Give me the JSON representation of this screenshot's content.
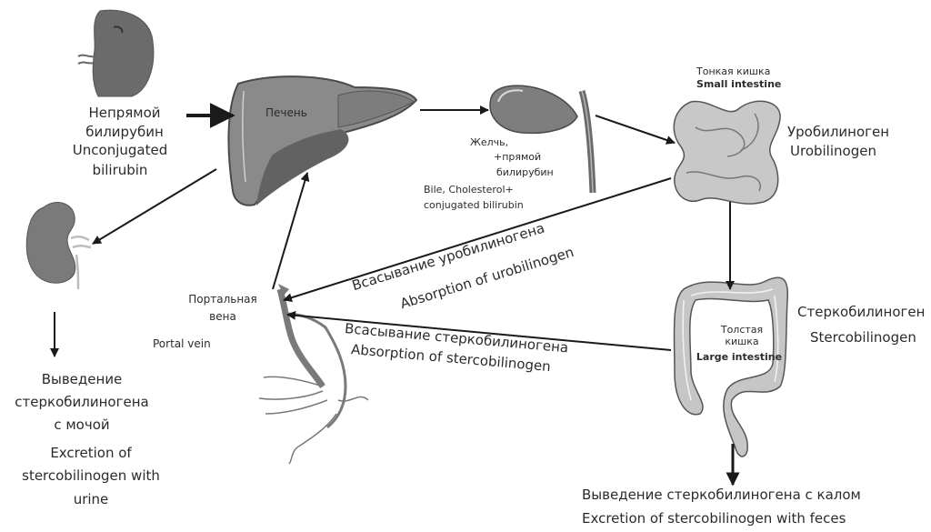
{
  "organs": {
    "spleen": {
      "icon": "spleen-icon"
    },
    "liver": {
      "icon": "liver-icon",
      "label": "Печень"
    },
    "gallbladder": {
      "icon": "gallbladder-icon"
    },
    "small_intestine": {
      "icon": "small-intestine-icon",
      "label_ru": "Тонкая кишка",
      "label_en": "Small intestine"
    },
    "large_intestine": {
      "icon": "large-intestine-icon",
      "label_ru_1": "Толстая",
      "label_ru_2": "кишка",
      "label_en": "Large intestine"
    },
    "kidney": {
      "icon": "kidney-icon"
    },
    "portal_vein": {
      "icon": "portal-vein-icon",
      "label_ru_1": "Портальная",
      "label_ru_2": "вена",
      "label_en": "Portal vein"
    }
  },
  "labels": {
    "unconjugated": {
      "ru_1": "Непрямой",
      "ru_2": "билирубин",
      "en_1": "Unconjugated",
      "en_2": "bilirubin"
    },
    "bile": {
      "ru_1": "Желчь,",
      "ru_2": "+прямой",
      "ru_3": "билирубин",
      "en_1": "Bile, Cholesterol+",
      "en_2": "conjugated  bilirubin"
    },
    "urobilinogen": {
      "ru": "Уробилиноген",
      "en": "Urobilinogen"
    },
    "stercobilinogen": {
      "ru": "Стеркобилиноген",
      "en": "Stercobilinogen"
    },
    "absorption_uro": {
      "ru": "Всасывание уробилиногена",
      "en": "Absorption of urobilinogen"
    },
    "absorption_sterco": {
      "ru": "Всасывание стеркобилиногена",
      "en": "Absorption of stercobilinogen"
    },
    "urine_excretion": {
      "ru_1": "Выведение",
      "ru_2": "стеркобилиногена",
      "ru_3": "с мочой",
      "en_1": "Excretion of",
      "en_2": "stercobilinogen with",
      "en_3": "urine"
    },
    "feces_excretion": {
      "ru": "Выведение стеркобилиногена с калом",
      "en": "Excretion of stercobilinogen with feces"
    }
  },
  "colors": {
    "arrow": "#1a1a1a",
    "organ_dark": "#6e6e6e",
    "organ_mid": "#8a8a8a",
    "intestine": "#c9c9c9"
  }
}
